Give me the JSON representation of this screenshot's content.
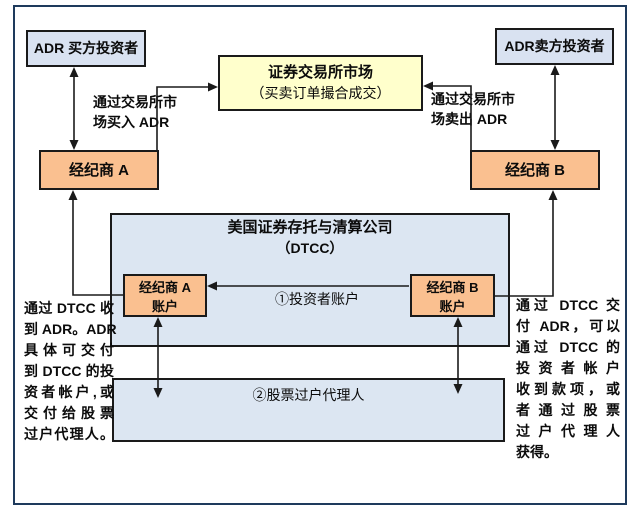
{
  "boxes": {
    "adr_buyer": {
      "label": "ADR 买方投资者"
    },
    "adr_seller": {
      "label": "ADR卖方投资者"
    },
    "exchange": {
      "title": "证券交易所市场",
      "subtitle": "（买卖订单撮合成交）"
    },
    "broker_a": {
      "label": "经纪商 A"
    },
    "broker_b": {
      "label": "经纪商 B"
    },
    "dtcc": {
      "title": "美国证券存托与清算公司",
      "subtitle": "（DTCC）"
    },
    "account_a": {
      "line1": "经纪商 A",
      "line2": "账户"
    },
    "account_b": {
      "line1": "经纪商 B",
      "line2": "账户"
    },
    "transfer_agent": {
      "label": "②股票过户代理人"
    }
  },
  "arrow_labels": {
    "buy": {
      "line1": "通过交易所市",
      "line2": "场买入 ADR"
    },
    "sell": {
      "line1": "通过交易所市",
      "line2": "场卖出 ADR"
    },
    "investor_account": "①投资者账户"
  },
  "notes": {
    "left": {
      "lines": [
        "通过 DTCC 收",
        "到 ADR。ADR",
        "具体可交付",
        "到 DTCC 的投",
        "资者帐户,或",
        "交付给股票",
        "过户代理人。"
      ]
    },
    "right": {
      "lines": [
        "通过 DTCC 交",
        "付 ADR，可以",
        "通过 DTCC 的",
        "投资者帐户",
        "收到款项，或",
        "者通过股票",
        "过户代理人",
        "获得。"
      ]
    }
  },
  "colors": {
    "light_blue_box": "#d9e2f1",
    "orange_box": "#fac090",
    "yellow_box": "#ffffcc",
    "panel_blue": "#dce6f2",
    "frame_navy": "#1e3a5c",
    "line_black": "#1a1a1a"
  }
}
